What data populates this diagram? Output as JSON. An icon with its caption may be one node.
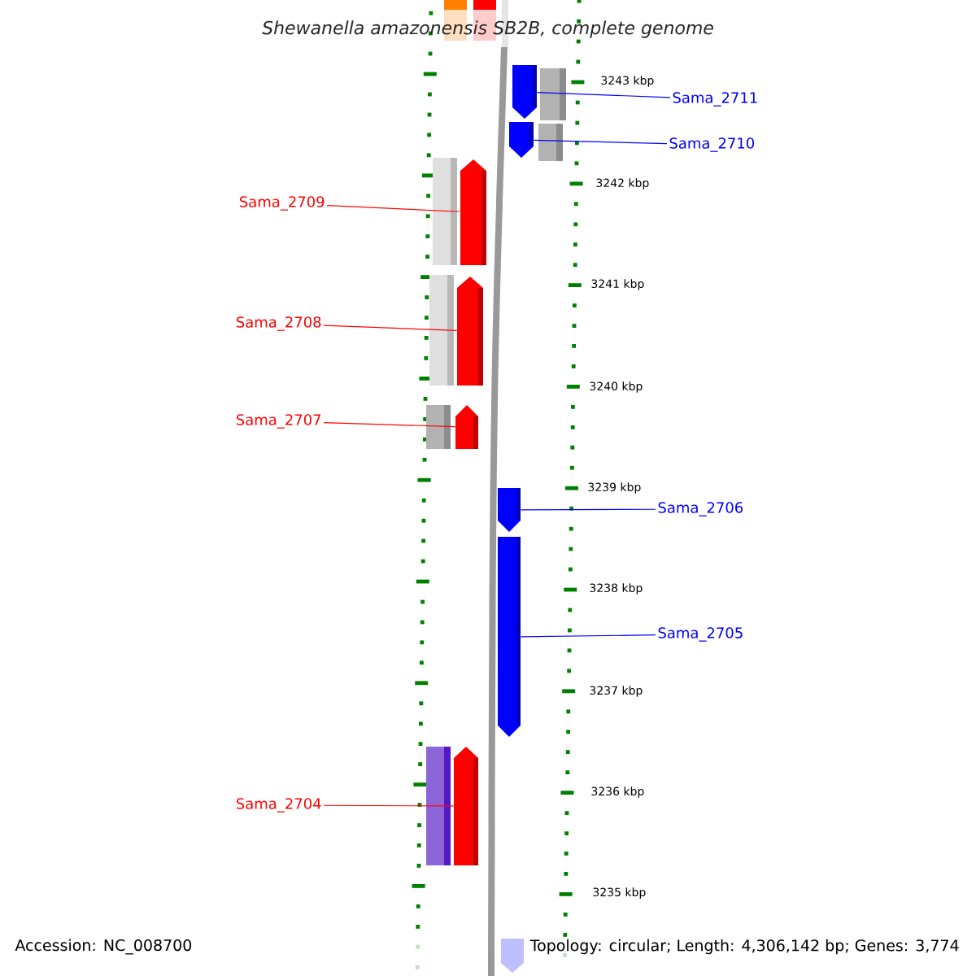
{
  "diagram": {
    "title": "*Shewanella amazonensis* SB2B, complete genome",
    "nodes": [
      {
        "text": [
          "Sama_2711"
        ]
      },
      {
        "text": [
          "Sama_2710"
        ]
      },
      {
        "text": [
          "Sama_2709"
        ]
      },
      {
        "text": [
          "Sama_2708"
        ]
      },
      {
        "text": [
          "Sama_2707"
        ]
      },
      {
        "text": [
          "Sama_2706"
        ]
      },
      {
        "text": [
          "Sama_2705"
        ]
      },
      {
        "text": [
          "Sama_2704"
        ]
      },
      {
        "text": [],
        "shape": "block"
      },
      {
        "text": [],
        "shape": "block"
      },
      {
        "text": [],
        "shape": "block"
      },
      {
        "text": [],
        "shape": "block"
      },
      {
        "text": [],
        "shape": "block"
      },
      {
        "text": [],
        "shape": "block"
      },
      {
        "text": [],
        "shape": "block"
      },
      {
        "text": [],
        "shape": "block"
      }
    ],
    "edges": [
      {
        "from": 0,
        "to": 8,
        "arrow": "none",
        "color": "#0000ff"
      },
      {
        "from": 1,
        "to": 9,
        "arrow": "none",
        "color": "#0000ff"
      },
      {
        "from": 2,
        "to": 10,
        "arrow": "none",
        "color": "#ff0000"
      },
      {
        "from": 3,
        "to": 11,
        "arrow": "none",
        "color": "#ff0000"
      },
      {
        "from": 4,
        "to": 12,
        "arrow": "none",
        "color": "#ff0000"
      },
      {
        "from": 5,
        "to": 13,
        "arrow": "none",
        "color": "#0000ff"
      },
      {
        "from": 6,
        "to": 14,
        "arrow": "none",
        "color": "#0000ff"
      },
      {
        "from": 7,
        "to": 15,
        "arrow": "none",
        "color": "#ff0000"
      }
    ],
    "labels": [
      "3243 kbp",
      "3242 kbp",
      "3241 kbp",
      "3240 kbp",
      "3239 kbp",
      "3238 kbp",
      "3237 kbp",
      "3236 kbp",
      "3235 kbp",
      "Accession: NC_008700",
      "Topology: circular; Length: 4,306,142 bp; Genes: 3,774"
    ]
  }
}
